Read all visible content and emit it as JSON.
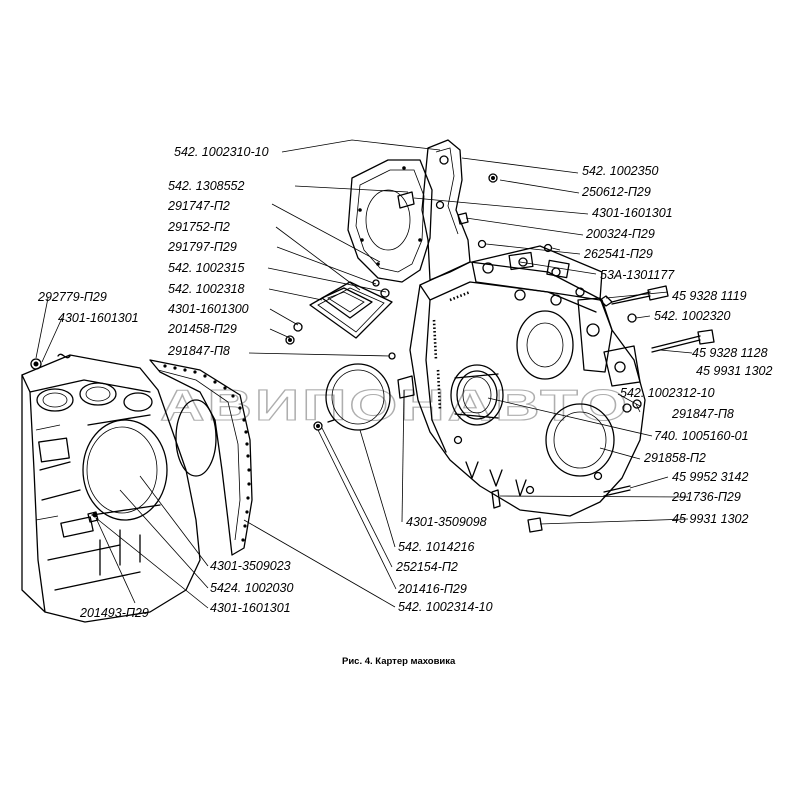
{
  "watermark": "АВИПОНАВТО",
  "caption": "Рис. 4. Картер маховика",
  "labels": {
    "p1": "542. 1002310-10",
    "p2": "542. 1308552",
    "p3": "291747-П2",
    "p4": "291752-П2",
    "p5": "291797-П29",
    "p6": "542. 1002315",
    "p7": "542. 1002318",
    "p8": "4301-1601300",
    "p9": "201458-П29",
    "p10": "291847-П8",
    "p11": "292779-П29",
    "p12": "4301-1601301",
    "p13": "542. 1002350",
    "p14": "250612-П29",
    "p15": "4301-1601301",
    "p16": "200324-П29",
    "p17": "262541-П29",
    "p18": "53А-1301177",
    "p19": "45 9328 1119",
    "p20": "542. 1002320",
    "p21": "45 9328 1128",
    "p22": "542. 1002312-10",
    "p23": "291847-П8",
    "p24": "740. 1005160-01",
    "p25": "291858-П2",
    "p26": "45 9952 3142",
    "p27": "291736-П29",
    "p28": "45 9931 1302",
    "p29": "45 9931 1302",
    "p30": "4301-3509098",
    "p31": "542. 1014216",
    "p32": "252154-П2",
    "p33": "201416-П29",
    "p34": "542. 1002314-10",
    "p35": "4301-3509023",
    "p36": "5424. 1002030",
    "p37": "201493-П29",
    "p38": "4301-1601301"
  }
}
